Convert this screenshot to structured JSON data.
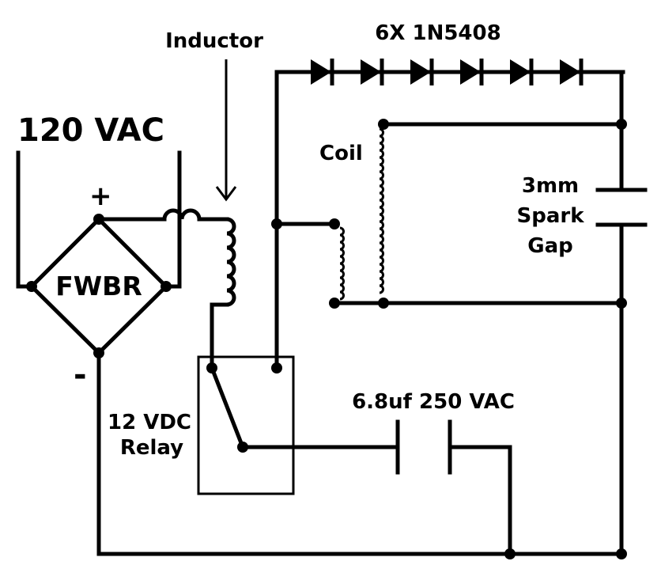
{
  "supply": {
    "voltage_label": "120 VAC",
    "plus_label": "+",
    "minus_label": "-"
  },
  "bridge": {
    "label": "FWBR"
  },
  "inductor": {
    "label": "Inductor"
  },
  "diodes": {
    "label": "6X  1N5408",
    "count": 6
  },
  "coil": {
    "label": "Coil"
  },
  "spark_gap": {
    "line1": "3mm",
    "line2": "Spark",
    "line3": "Gap"
  },
  "relay": {
    "line1": "12 VDC",
    "line2": "Relay"
  },
  "capacitor": {
    "label": "6.8uf 250 VAC"
  }
}
